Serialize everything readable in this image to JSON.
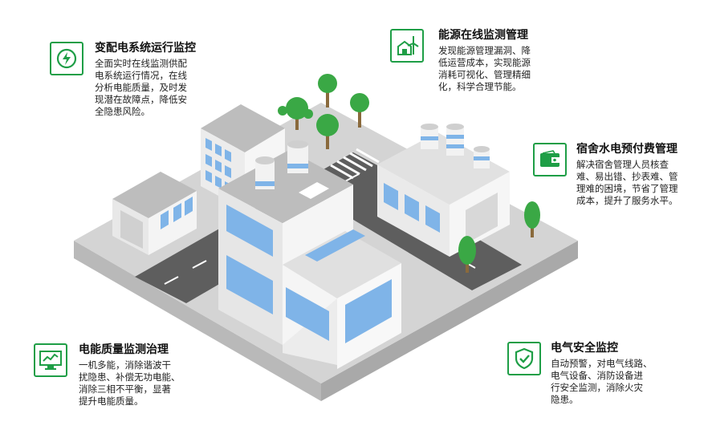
{
  "features": {
    "power_monitoring": {
      "title": "变配电系统运行监控",
      "lines": [
        "全面实时在线监测供配",
        "电系统运行情况，在线",
        "分析电能质量，及时发",
        "现潜在故障点，降低安",
        "全隐患风险。"
      ],
      "icon": "lightning-circle-icon"
    },
    "energy_monitoring": {
      "title": "能源在线监测管理",
      "lines": [
        "发现能源管理漏洞、降",
        "低运营成本，实现能源",
        "消耗可视化、管理精细",
        "化，科学合理节能。"
      ],
      "icon": "wind-turbine-house-icon"
    },
    "prepaid": {
      "title": "宿舍水电预付费管理",
      "lines": [
        "解决宿舍管理人员核查",
        "难、易出错、抄表难、管",
        "理难的困境，节省了管理",
        "成本，提升了服务水平。"
      ],
      "icon": "wallet-icon"
    },
    "power_quality": {
      "title": "电能质量监测治理",
      "lines": [
        "一机多能，消除谐波干",
        "扰隐患、补偿无功电能、",
        "消除三相不平衡，显著",
        "提升电能质量。"
      ],
      "icon": "monitor-chart-icon"
    },
    "safety": {
      "title": "电气安全监控",
      "lines": [
        "自动预警，对电气线路、",
        "电气设备、消防设备进",
        "行安全监测，消除火灾",
        "隐患。"
      ],
      "icon": "shield-check-icon"
    }
  },
  "colors": {
    "accent": "#1e9e46",
    "road": "#5b5b5b",
    "ground": "#cfcfcf",
    "building": "#f2f2f2",
    "window": "#7fb4e8",
    "tree": "#3aa845"
  }
}
